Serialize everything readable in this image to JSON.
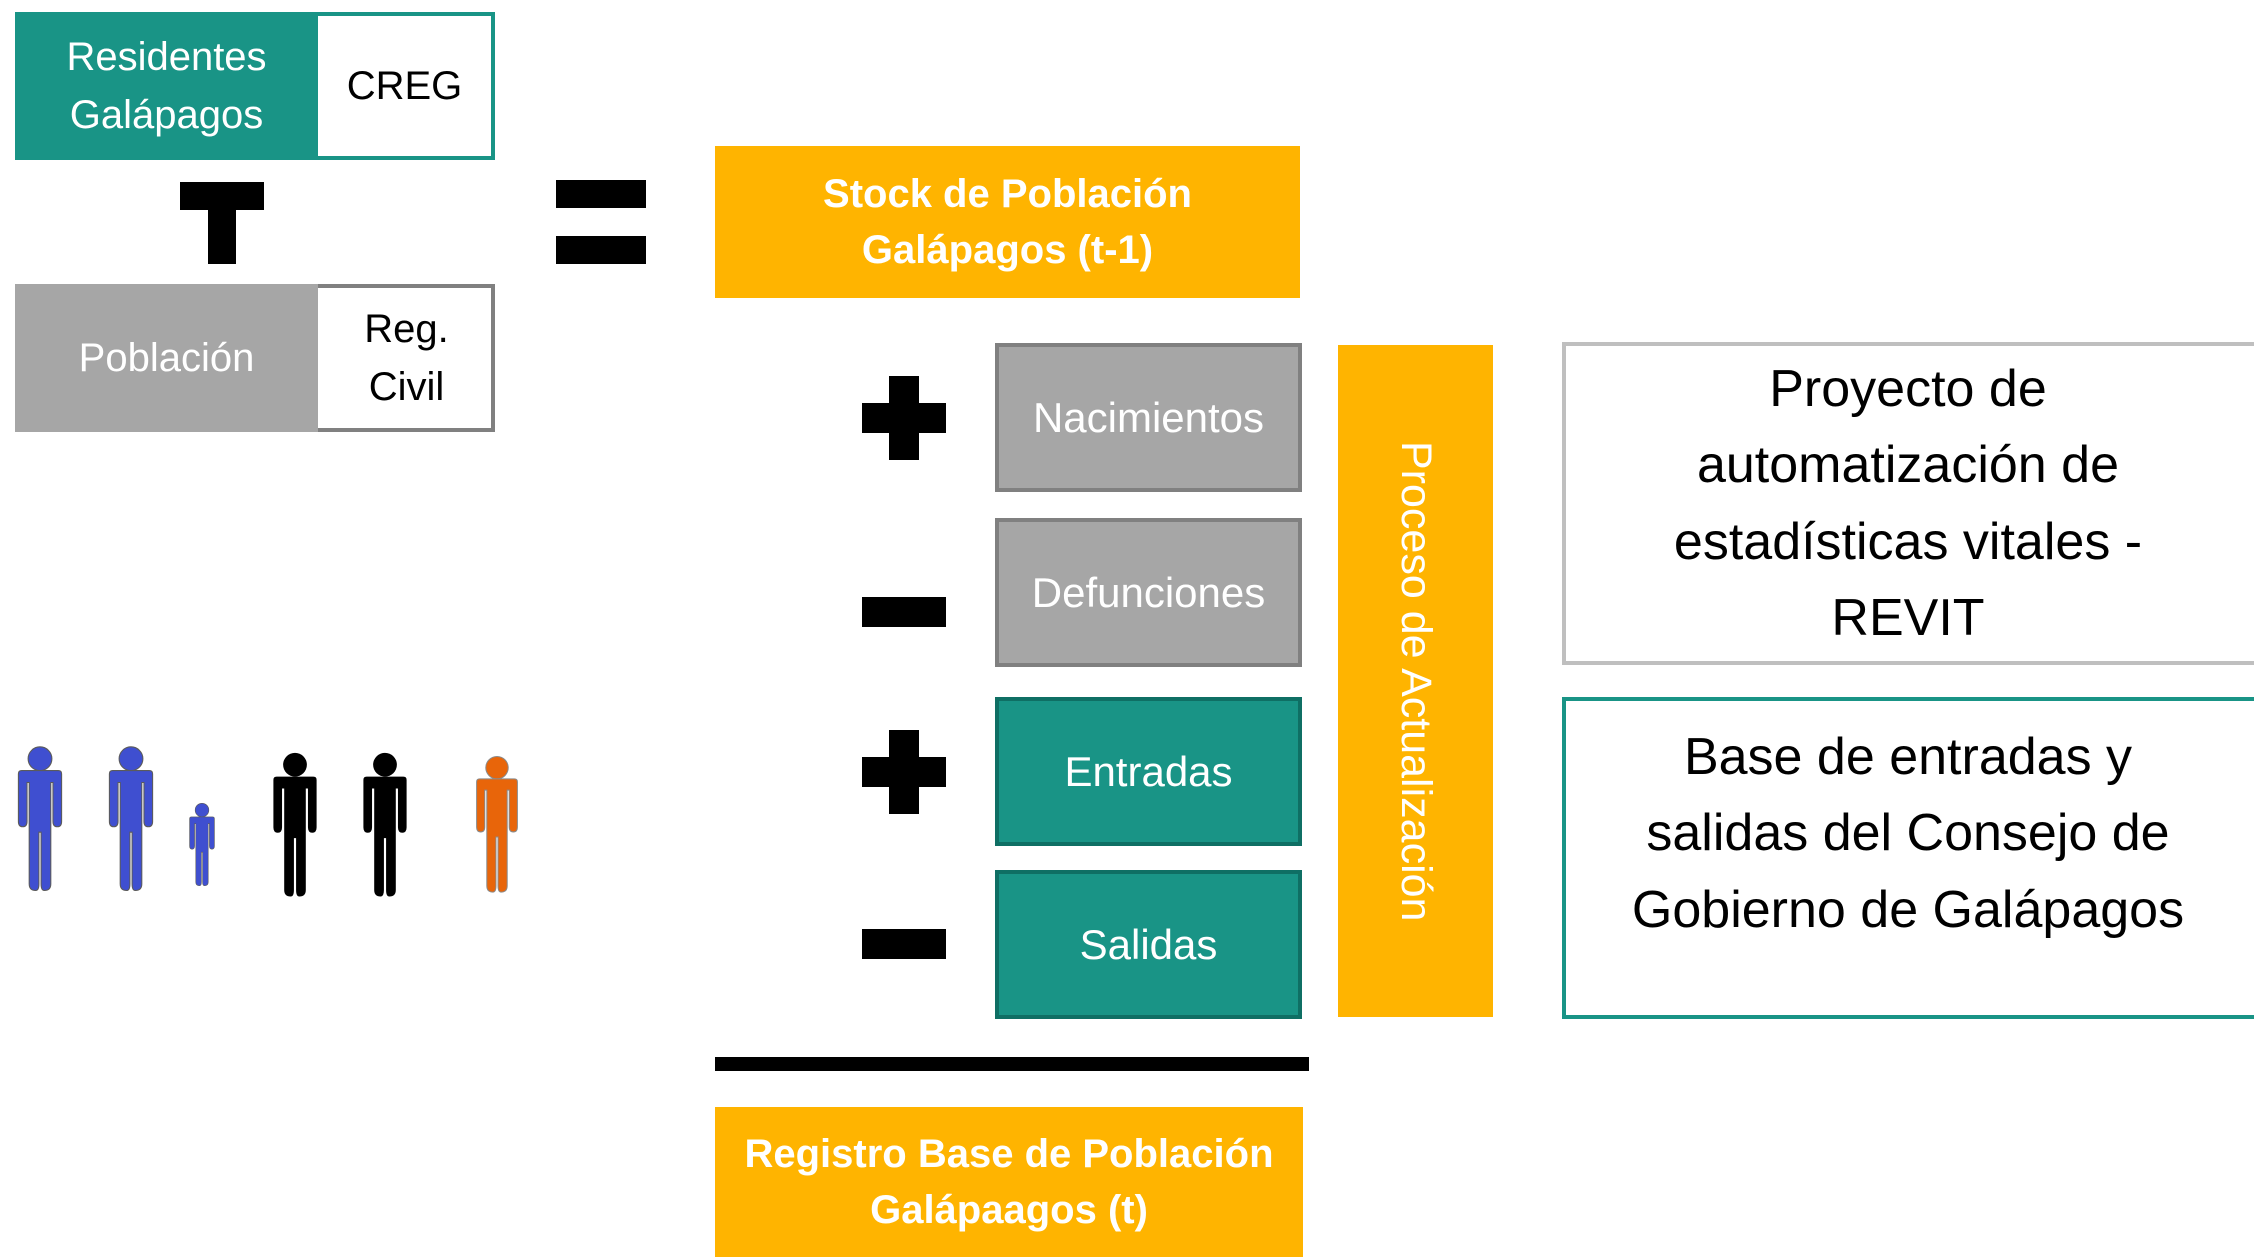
{
  "colors": {
    "teal": "#199486",
    "gray": "#a6a6a6",
    "orange": "#ffb400",
    "black": "#000000",
    "blue": "#3f4fd0",
    "person_orange": "#e8650a"
  },
  "left": {
    "residentes_label": "Residentes\nGalápagos",
    "creg_label": "CREG",
    "poblacion_label": "Población",
    "reg_civil_label": "Reg.\nCivil",
    "operators": [
      "plus-icon",
      "equals-icon"
    ]
  },
  "stock_label": "Stock de Población\nGalápagos (t-1)",
  "components": [
    {
      "operator": "+",
      "label": "Nacimientos"
    },
    {
      "operator": "−",
      "label": "Defunciones"
    },
    {
      "operator": "+",
      "label": "Entradas"
    },
    {
      "operator": "−",
      "label": "Salidas"
    }
  ],
  "proceso_label": "Proceso de Actualización",
  "revit_label": "Proyecto de\nautomatización de\nestadísticas vitales -\nREVIT",
  "consejo_label": "Base de entradas y\nsalidas del Consejo de\nGobierno de Galápagos",
  "registro_label": "Registro Base de Población\nGalápaagos (t)",
  "people_icons": [
    "person-icon-blue",
    "person-icon-blue",
    "child-icon-blue",
    "person-icon-black",
    "person-icon-black",
    "person-icon-orange"
  ]
}
